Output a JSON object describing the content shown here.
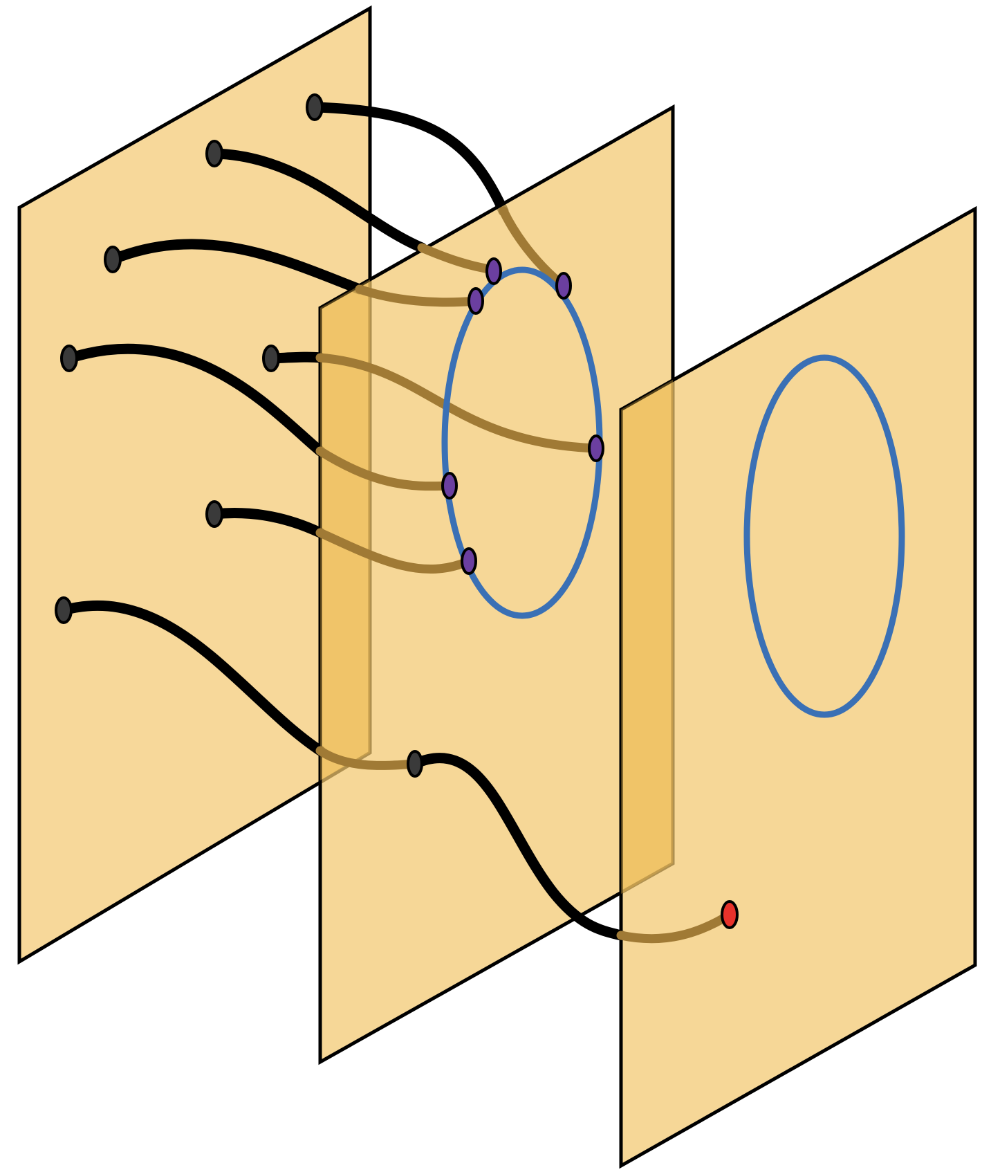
{
  "colors": {
    "plane_fill": "#F3C76F",
    "plane_stroke": "#000000",
    "curve_stroke": "#000000",
    "hidden_curve_stroke": "#A07A35",
    "loop_stroke": "#3A70B5",
    "dot_fill": "#6B3FA0",
    "endpoint_fill": "#3A3A3A",
    "special_dot_fill": "#E8322B"
  },
  "planes": [
    {
      "name": "plane-left"
    },
    {
      "name": "plane-middle"
    },
    {
      "name": "plane-right"
    }
  ],
  "loops": [
    {
      "name": "loop-middle-plane"
    },
    {
      "name": "loop-right-plane"
    }
  ],
  "strands": [
    {
      "name": "strand-1"
    },
    {
      "name": "strand-2"
    },
    {
      "name": "strand-3"
    },
    {
      "name": "strand-4"
    },
    {
      "name": "strand-5"
    },
    {
      "name": "strand-6"
    },
    {
      "name": "strand-7"
    }
  ],
  "icons": {
    "loop_dot": "purple-dot-icon",
    "endpoint": "black-endpoint-icon",
    "special_dot": "red-dot-icon"
  }
}
